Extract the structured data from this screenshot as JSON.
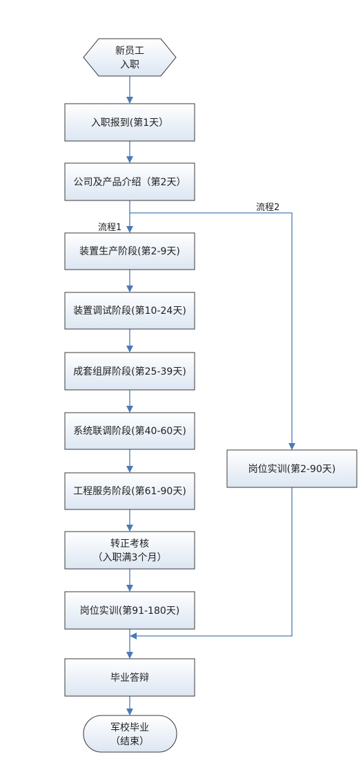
{
  "start": {
    "line1": "新员工",
    "line2": "入职"
  },
  "steps": {
    "s1": "入职报到(第1天）",
    "s2": "公司及产品介绍（第2天）",
    "s3": "装置生产阶段(第2-9天)",
    "s4": "装置调试阶段(第10-24天)",
    "s5": "成套组屏阶段(第25-39天)",
    "s6": "系统联调阶段(第40-60天)",
    "s7": "工程服务阶段(第61-90天)",
    "s8_line1": "转正考核",
    "s8_line2": "（入职满3个月）",
    "s9": "岗位实训(第91-180天)",
    "s10": "毕业答辩",
    "side": "岗位实训(第2-90天)"
  },
  "end": {
    "line1": "军校毕业",
    "line2": "（结束）"
  },
  "labels": {
    "flow1": "流程1",
    "flow2": "流程2"
  },
  "colors": {
    "box_fill_top": "#ffffff",
    "box_fill_bottom": "#dce6f2",
    "box_stroke": "#3a3a3a",
    "arrow": "#4a7ab5"
  }
}
